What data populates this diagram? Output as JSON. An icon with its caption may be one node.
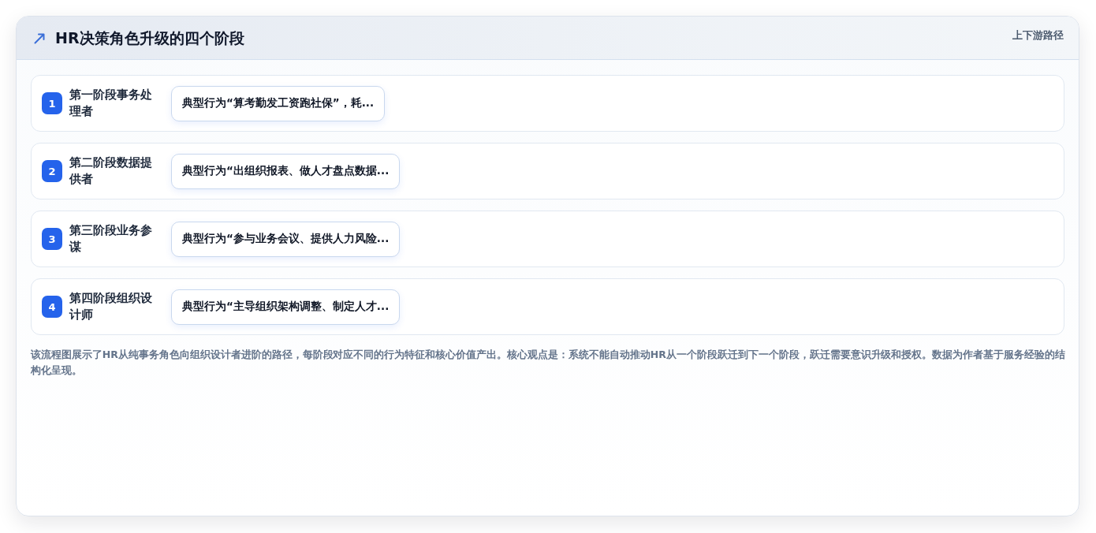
{
  "diagram": {
    "title": "HR决策角色升级的四个阶段",
    "nodes": [
      {
        "text": [
          "第一阶段事务处理者"
        ]
      },
      {
        "text": [
          "1"
        ],
        "in": 0
      },
      {
        "text": [
          "典型行为“算考勤发工资跑社保”，耗..."
        ],
        "in": 0
      },
      {
        "text": [
          "第二阶段数据提供者"
        ]
      },
      {
        "text": [
          "2"
        ],
        "in": 3
      },
      {
        "text": [
          "典型行为“出组织报表、做人才盘点数据..."
        ],
        "in": 3
      },
      {
        "text": [
          "第三阶段业务参谋"
        ]
      },
      {
        "text": [
          "3"
        ],
        "in": 6
      },
      {
        "text": [
          "典型行为“参与业务会议、提供人力风险..."
        ],
        "in": 6
      },
      {
        "text": [
          "第四阶段组织设计师"
        ]
      },
      {
        "text": [
          "4"
        ],
        "in": 9
      },
      {
        "text": [
          "典型行为“主导组织架构调整、制定人才..."
        ],
        "in": 9
      }
    ],
    "labels": [
      "上下游路径"
    ],
    "caption": "该流程图展示了HR从纯事务角色向组织设计者进阶的路径，每阶段对应不同的行为特征和核心价值产出。核心观点是：系统不能自动推动HR从一个阶段跃迁到下一个阶段，跃迁需要意识升级和授权。数据为作者基于服务经验的结构化呈现。"
  }
}
